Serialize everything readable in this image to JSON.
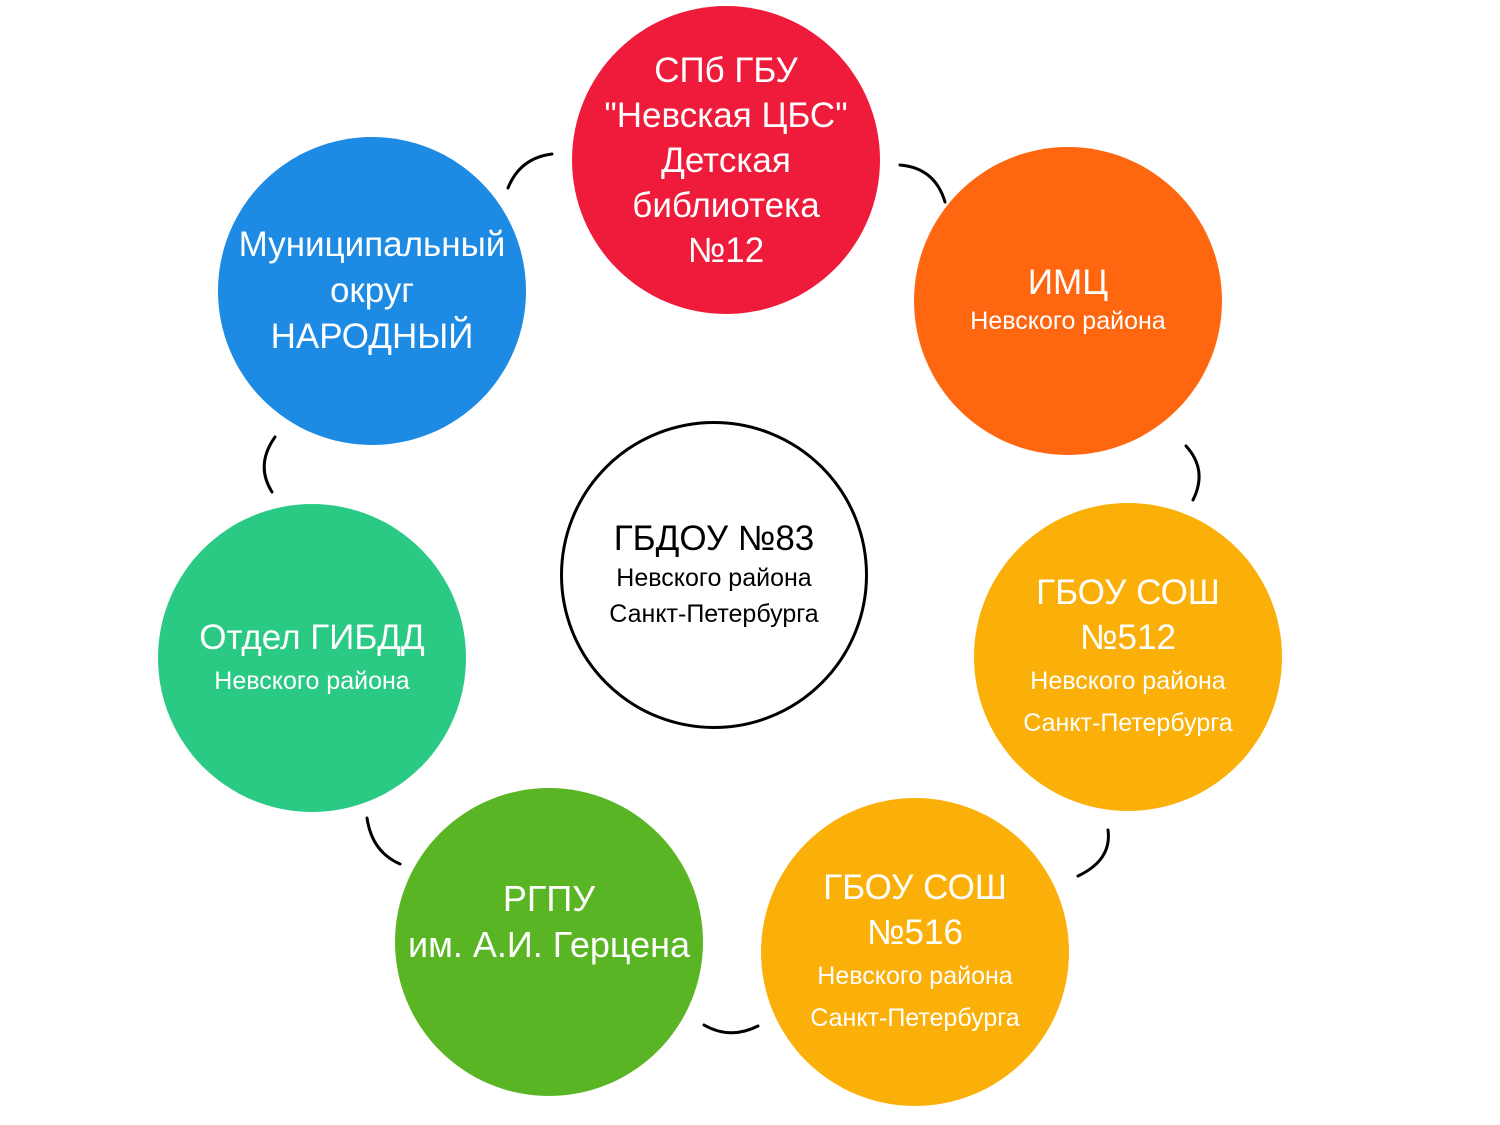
{
  "colors": {
    "red": "#ee1b3a",
    "orange": "#ff6610",
    "amber": "#fbb009",
    "green": "#5ab524",
    "teal": "#2ac984",
    "blue": "#1d8ae3",
    "center_border": "#000000",
    "connector": "#000000"
  },
  "center": {
    "title": "ГБДОУ №83",
    "line1": "Невского района",
    "line2": "Санкт-Петербурга"
  },
  "library": {
    "line1": "СПб ГБУ",
    "line2": "\"Невская ЦБС\"",
    "line3": "Детская",
    "line4": "библиотека",
    "line5": "№12"
  },
  "imc": {
    "title": "ИМЦ",
    "subtitle": "Невского района"
  },
  "school512": {
    "line1": "ГБОУ СОШ",
    "line2": "№512",
    "line3": "Невского района",
    "line4": "Санкт-Петербурга"
  },
  "school516": {
    "line1": "ГБОУ СОШ",
    "line2": "№516",
    "line3": "Невского района",
    "line4": "Санкт-Петербурга"
  },
  "rgpu": {
    "line1": "РГПУ",
    "line2": "им. А.И. Герцена"
  },
  "gibdd": {
    "title": "Отдел ГИБДД",
    "subtitle": "Невского района"
  },
  "municipal": {
    "line1": "Муниципальный",
    "line2": "округ",
    "line3": "НАРОДНЫЙ"
  }
}
